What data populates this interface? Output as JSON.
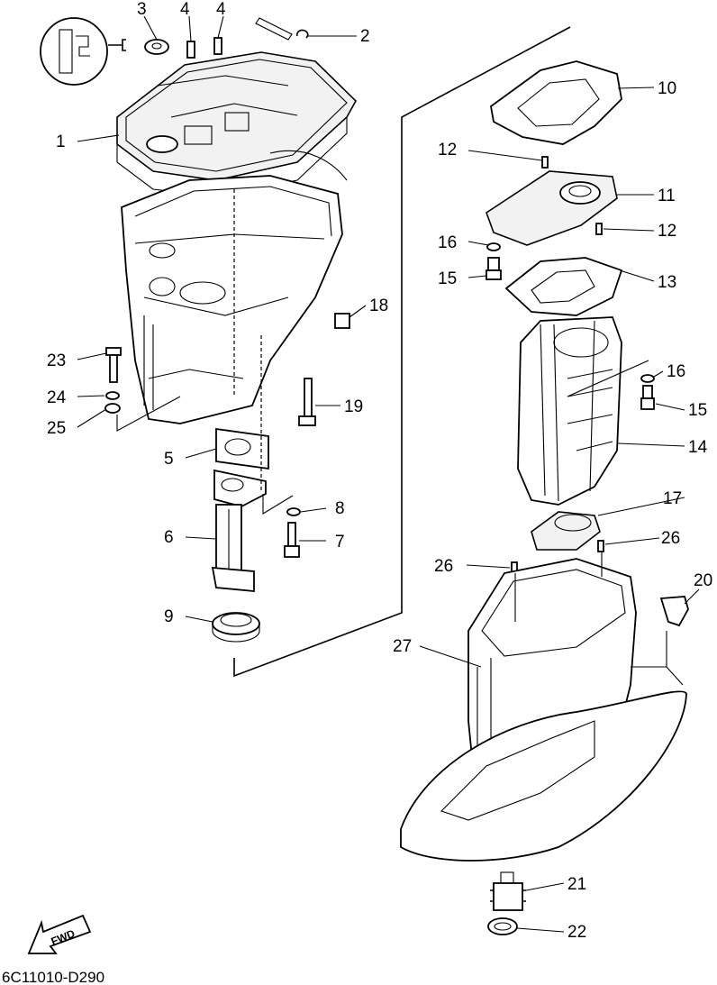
{
  "callouts": [
    "1",
    "2",
    "3",
    "4",
    "4",
    "5",
    "6",
    "7",
    "8",
    "9",
    "10",
    "11",
    "12",
    "12",
    "13",
    "14",
    "15",
    "15",
    "16",
    "16",
    "17",
    "18",
    "19",
    "20",
    "21",
    "22",
    "23",
    "24",
    "25",
    "26",
    "26",
    "27"
  ],
  "fwd_label": "FWD",
  "drawing_code": "6C11010-D290"
}
